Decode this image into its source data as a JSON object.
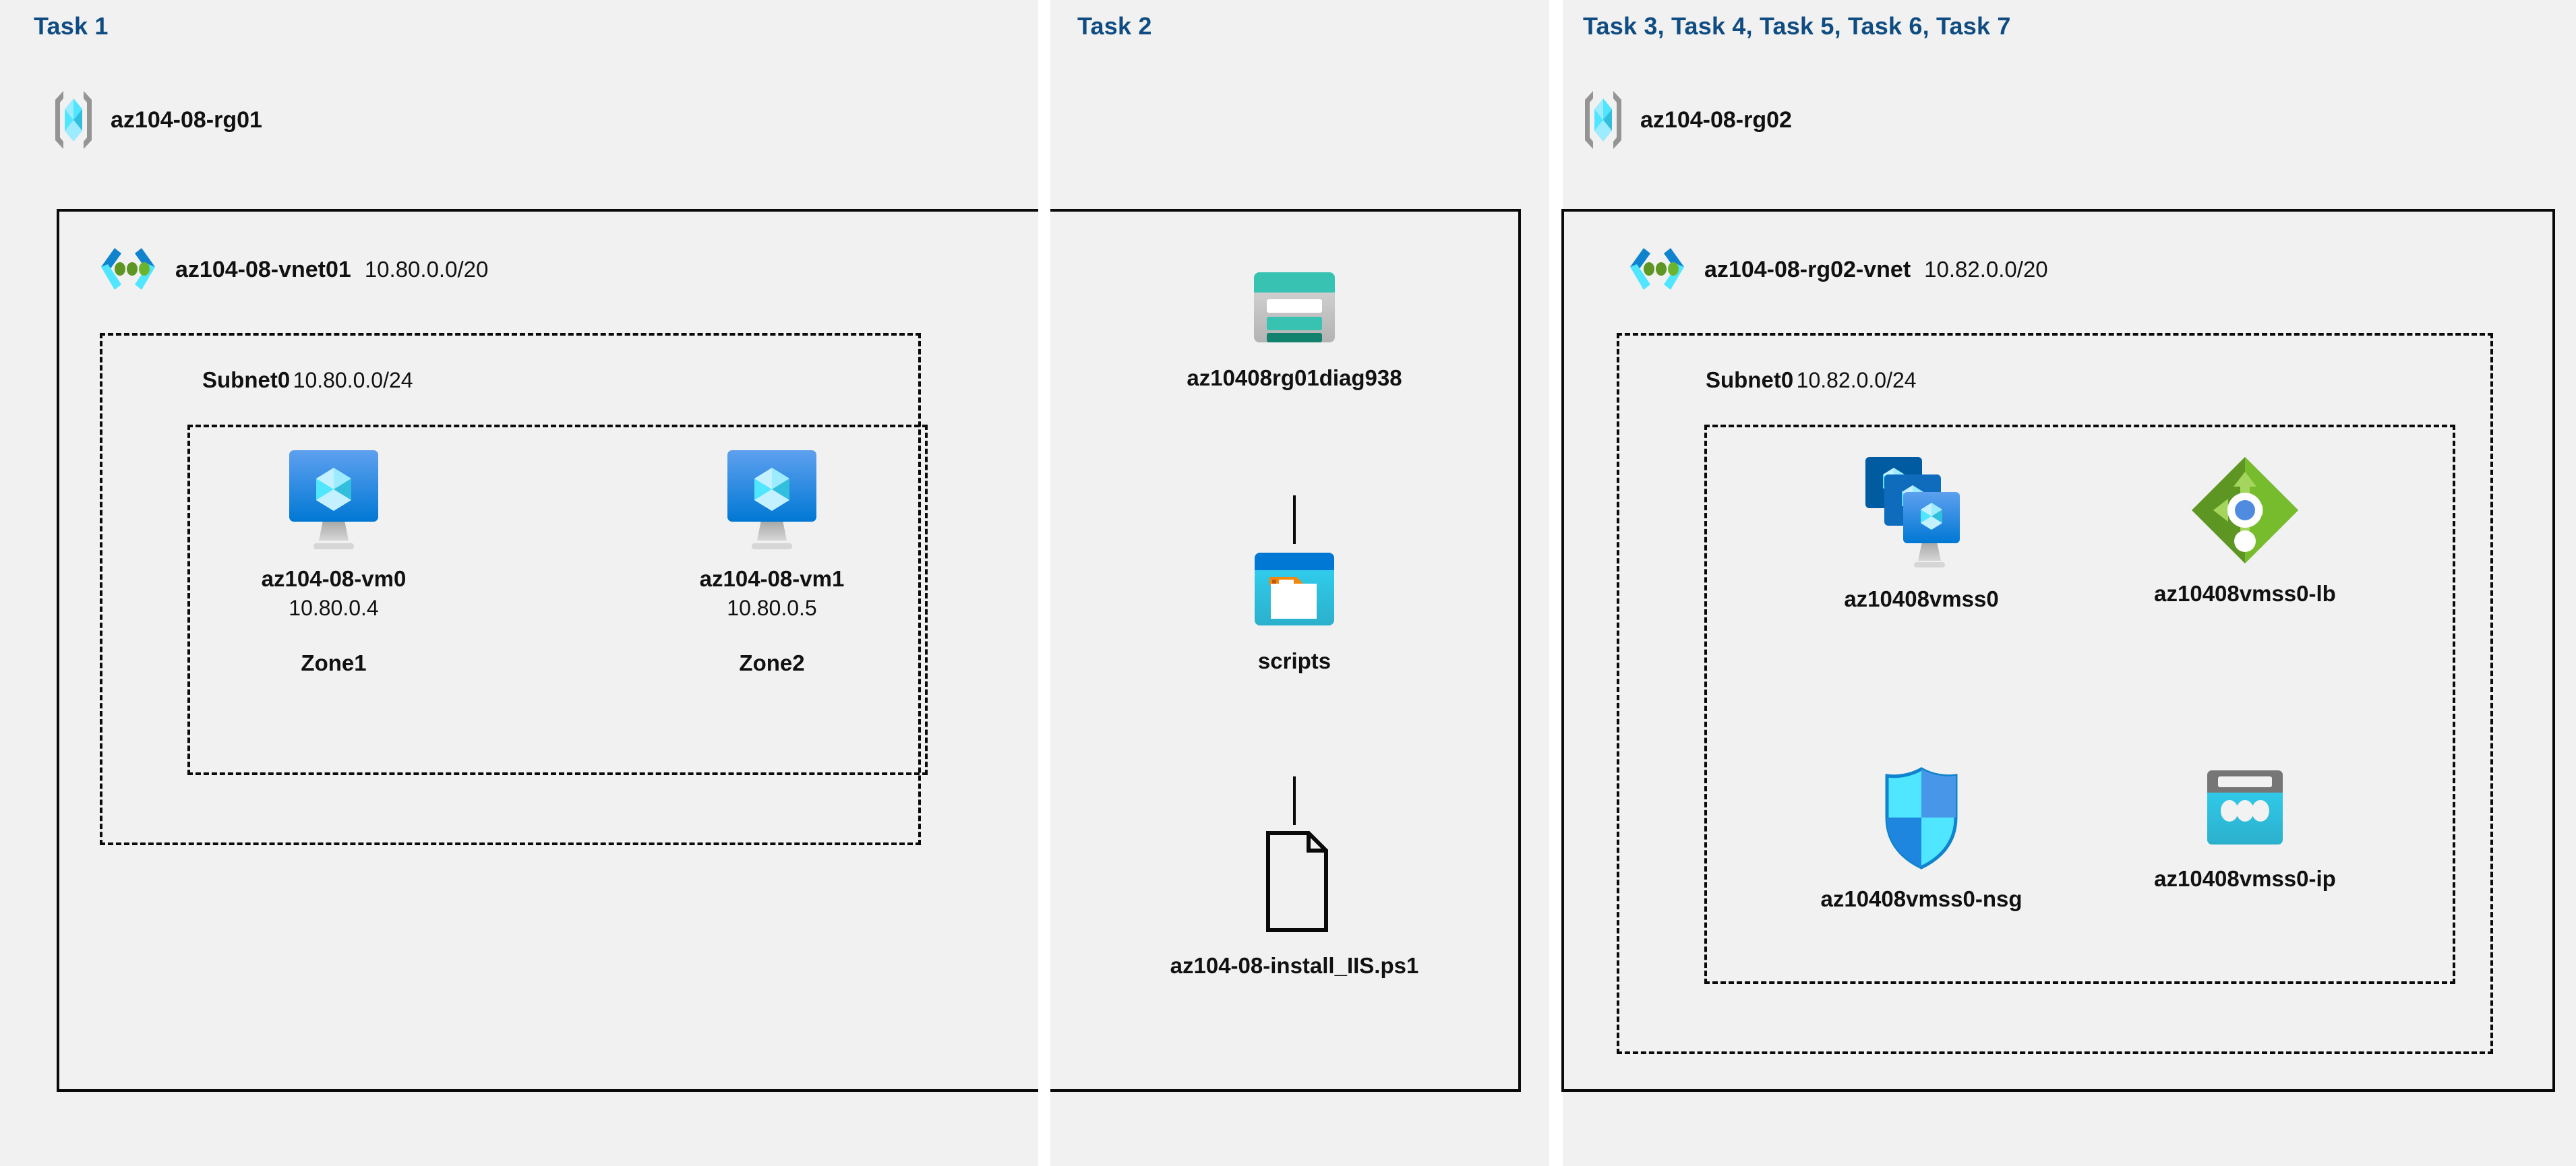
{
  "columns": {
    "task1": {
      "title": "Task 1"
    },
    "task2": {
      "title": "Task 2"
    },
    "task3": {
      "title": "Task 3, Task 4, Task 5, Task 6, Task 7"
    }
  },
  "resource_groups": [
    {
      "icon": "resource-group-icon",
      "name": "az104-08-rg01"
    },
    {
      "icon": "resource-group-icon",
      "name": "az104-08-rg02"
    }
  ],
  "vnets": [
    {
      "icon": "virtual-network-icon",
      "name": "az104-08-vnet01",
      "cidr": "10.80.0.0/20"
    },
    {
      "icon": "virtual-network-icon",
      "name": "az104-08-rg02-vnet",
      "cidr": "10.82.0.0/20"
    }
  ],
  "subnets": [
    {
      "name": "Subnet0",
      "cidr": "10.80.0.0/24"
    },
    {
      "name": "Subnet0",
      "cidr": "10.82.0.0/24"
    }
  ],
  "vms": [
    {
      "icon": "virtual-machine-icon",
      "name": "az104-08-vm0",
      "ip": "10.80.0.4",
      "zone": "Zone1"
    },
    {
      "icon": "virtual-machine-icon",
      "name": "az104-08-vm1",
      "ip": "10.80.0.5",
      "zone": "Zone2"
    }
  ],
  "storage_chain": [
    {
      "icon": "storage-account-icon",
      "name": "az10408rg01diag938"
    },
    {
      "icon": "blob-container-icon",
      "name": "scripts"
    },
    {
      "icon": "file-icon",
      "name": "az104-08-install_IIS.ps1"
    }
  ],
  "rg02_resources": [
    {
      "icon": "vm-scale-set-icon",
      "name": "az10408vmss0"
    },
    {
      "icon": "load-balancer-icon",
      "name": "az10408vmss0-lb"
    },
    {
      "icon": "network-security-group-icon",
      "name": "az10408vmss0-nsg"
    },
    {
      "icon": "public-ip-address-icon",
      "name": "az10408vmss0-ip"
    }
  ],
  "colors": {
    "task_title": "#0f4c81",
    "panel_bg": "#f1f1f1",
    "border": "#0a0a0a",
    "azure_blue": "#0078d4",
    "azure_cyan": "#50e6ff",
    "storage_teal": "#37c2b1",
    "lb_green": "#76bc2d",
    "rg_gray": "#949494"
  }
}
